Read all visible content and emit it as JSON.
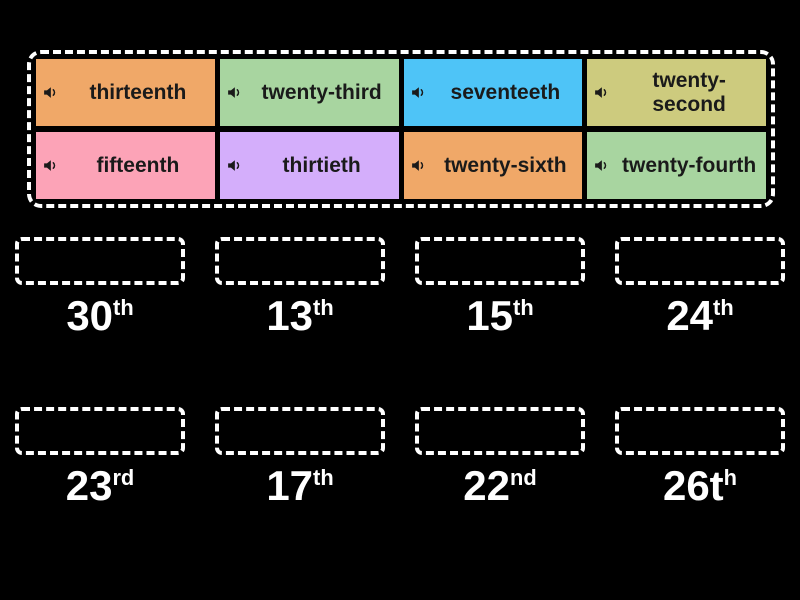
{
  "app": {
    "background_color": "#000000",
    "dash_color": "#ffffff",
    "activity_type": "match-up-drag-and-drop"
  },
  "tile_tray": {
    "name": "draggable-word-tiles",
    "rows": [
      [
        {
          "label": "thirteenth",
          "color": "#F0A868",
          "icon": "speaker-icon"
        },
        {
          "label": "twenty-third",
          "color": "#A8D5A0",
          "icon": "speaker-icon"
        },
        {
          "label": "seventeeth",
          "color": "#4EC4F7",
          "icon": "speaker-icon"
        },
        {
          "label": "twenty-second",
          "color": "#CDCB7E",
          "icon": "speaker-icon"
        }
      ],
      [
        {
          "label": "fifteenth",
          "color": "#FCA3B7",
          "icon": "speaker-icon"
        },
        {
          "label": "thirtieth",
          "color": "#D4AEFB",
          "icon": "speaker-icon"
        },
        {
          "label": "twenty-sixth",
          "color": "#F0A868",
          "icon": "speaker-icon"
        },
        {
          "label": "twenty-fourth",
          "color": "#A8D5A0",
          "icon": "speaker-icon"
        }
      ]
    ]
  },
  "answers": {
    "rows": [
      [
        {
          "number": "30",
          "suffix": "th",
          "placeholder": ""
        },
        {
          "number": "13",
          "suffix": "th",
          "placeholder": ""
        },
        {
          "number": "15",
          "suffix": "th",
          "placeholder": ""
        },
        {
          "number": "24",
          "suffix": "th",
          "placeholder": ""
        }
      ],
      [
        {
          "number": "23",
          "suffix": "rd",
          "placeholder": ""
        },
        {
          "number": "17",
          "suffix": "th",
          "placeholder": ""
        },
        {
          "number": "22",
          "suffix": "nd",
          "placeholder": ""
        },
        {
          "number": "26t",
          "suffix": "h",
          "placeholder": ""
        }
      ]
    ]
  }
}
